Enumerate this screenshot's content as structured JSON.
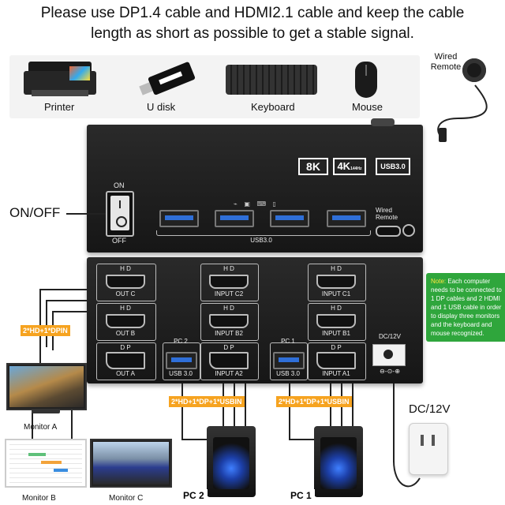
{
  "headline": {
    "line1": "Please use DP1.4 cable and HDMI2.1 cable and keep the cable",
    "line2": "length as short as possible to get a stable signal."
  },
  "peripherals": [
    {
      "label": "Printer",
      "icon": "printer-icon"
    },
    {
      "label": "U disk",
      "icon": "usb-drive-icon"
    },
    {
      "label": "Keyboard",
      "icon": "keyboard-icon"
    },
    {
      "label": "Mouse",
      "icon": "mouse-icon"
    }
  ],
  "wired_remote": {
    "label_line1": "Wired",
    "label_line2": "Remote"
  },
  "front_panel": {
    "badges": [
      "8K",
      "4K",
      "USB3.0"
    ],
    "badge_4k_sub": "144Hz",
    "switch_on": "ON",
    "switch_off": "OFF",
    "usb_caption": "USB3.0",
    "remote_line1": "Wired",
    "remote_line2": "Remote"
  },
  "onoff_label": "ON/OFF",
  "rear_panel": {
    "out_c_hd": "H D",
    "out_c": "OUT C",
    "out_b_hd": "H D",
    "out_b": "OUT B",
    "out_a_dp": "D P",
    "out_a": "OUT A",
    "c2_hd": "H D",
    "input_c2": "INPUT C2",
    "b2_hd": "H D",
    "input_b2": "INPUT B2",
    "a2_dp": "D P",
    "input_a2": "INPUT A2",
    "pc2_label": "PC 2",
    "pc2_usb": "USB 3.0",
    "c1_hd": "H D",
    "input_c1": "INPUT C1",
    "b1_hd": "H D",
    "input_b1": "INPUT B1",
    "a1_dp": "D P",
    "input_a1": "INPUT A1",
    "pc1_label": "PC 1",
    "pc1_usb": "USB 3.0",
    "dc_label": "DC/12V",
    "dc_polarity": "⊖-⊙-⊕"
  },
  "tags": {
    "out_cables": "2*HD+1*DPIN",
    "pc2_cables": "2*HD+1*DP+1*USBIN",
    "pc1_cables": "2*HD+1*DP+1*USBIN"
  },
  "note": {
    "prefix": "Note:",
    "text": "Each computer needs to be connected to 1 DP cables and 2 HDMI and 1 USB cable in order to display three monitors and the keyboard and mouse recognized."
  },
  "monitors": {
    "a": "Monitor A",
    "b": "Monitor B",
    "c": "Monitor C"
  },
  "pcs": {
    "pc2": "PC 2",
    "pc1": "PC 1"
  },
  "power_label": "DC/12V",
  "colors": {
    "orange_tag": "#f6a320",
    "note_green": "#2fa63c",
    "usb_blue": "#2f6fd8"
  }
}
